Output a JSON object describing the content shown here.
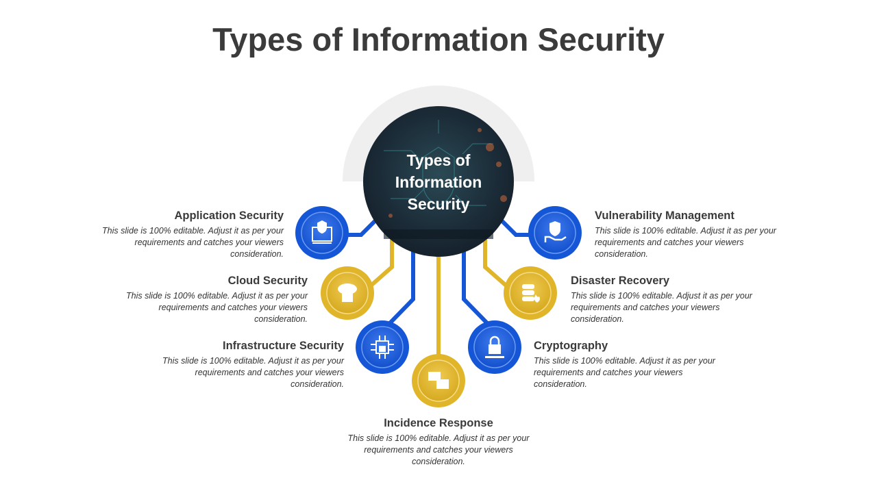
{
  "title": "Types of Information Security",
  "center": {
    "line1": "Types of",
    "line2": "Information",
    "line3": "Security"
  },
  "colors": {
    "blue": "#1456d6",
    "yellow": "#e0b52a",
    "gray": "#efefef",
    "text": "#3a3a3a"
  },
  "items": [
    {
      "title": "Application Security",
      "desc": "This slide is 100% editable. Adjust it as per your requirements and catches your viewers consideration.",
      "icon": "monitor-shield-icon"
    },
    {
      "title": "Cloud Security",
      "desc": "This slide is 100% editable. Adjust it as per your requirements and catches your viewers consideration.",
      "icon": "cloud-lock-icon"
    },
    {
      "title": "Infrastructure Security",
      "desc": "This slide is 100% editable. Adjust it as per your requirements and catches your viewers consideration.",
      "icon": "chip-lock-icon"
    },
    {
      "title": "Incidence Response",
      "desc": "This slide is 100% editable. Adjust it as per your requirements and catches your viewers consideration.",
      "icon": "chat-bubbles-icon"
    },
    {
      "title": "Cryptography",
      "desc": "This slide is 100% editable. Adjust it as per your requirements and catches your viewers consideration.",
      "icon": "padlock-circuit-icon"
    },
    {
      "title": "Disaster Recovery",
      "desc": "This slide is 100% editable. Adjust it as per your requirements and catches your viewers consideration.",
      "icon": "database-fire-icon"
    },
    {
      "title": "Vulnerability Management",
      "desc": "This slide is 100% editable. Adjust it as per your requirements and catches your viewers consideration.",
      "icon": "hand-shield-icon"
    }
  ]
}
